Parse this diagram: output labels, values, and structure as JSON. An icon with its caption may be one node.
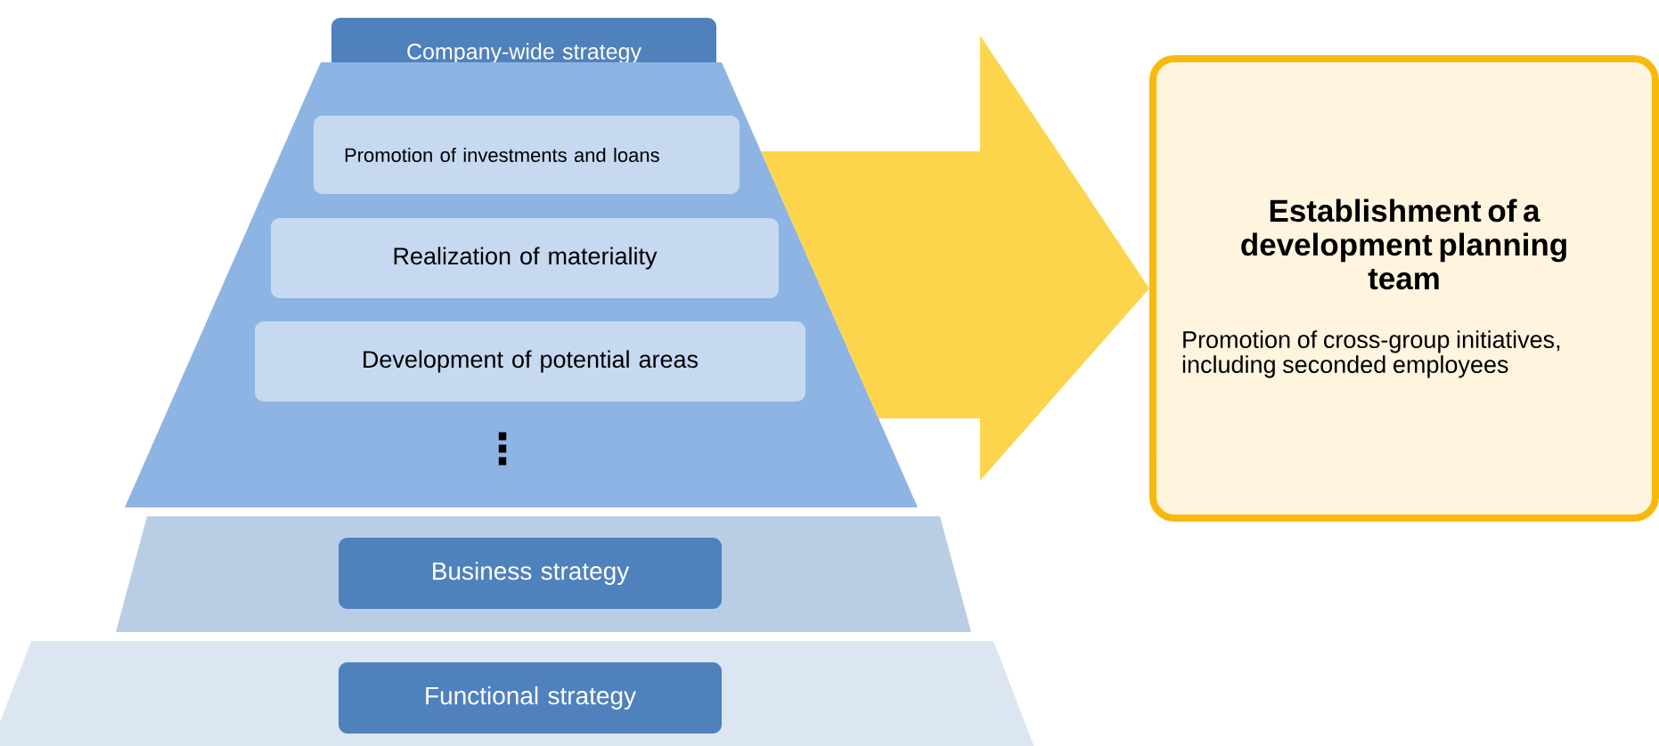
{
  "diagram": {
    "nodes": [
      {
        "text": [
          "Company-wide strategy"
        ]
      },
      {
        "text": [],
        "shape": "trapezoid"
      },
      {
        "text": [
          "Promotion of investments and loans"
        ],
        "in": 1
      },
      {
        "text": [
          "Realization of materiality"
        ],
        "in": 1
      },
      {
        "text": [
          "Development of potential areas"
        ],
        "in": 1
      },
      {
        "text": [
          "Establishment of a development planning team",
          "Promotion of cross-group initiatives, including seconded employees"
        ]
      },
      {
        "text": [],
        "shape": "trapezoid"
      },
      {
        "text": [
          "Business strategy"
        ],
        "in": 6
      },
      {
        "text": [],
        "shape": "trapezoid"
      },
      {
        "text": [
          "Functional strategy"
        ],
        "in": 8
      }
    ],
    "edges": [
      {
        "from": 1,
        "to": 5,
        "arrow": "to"
      }
    ],
    "labels": [
      "⋮"
    ]
  }
}
